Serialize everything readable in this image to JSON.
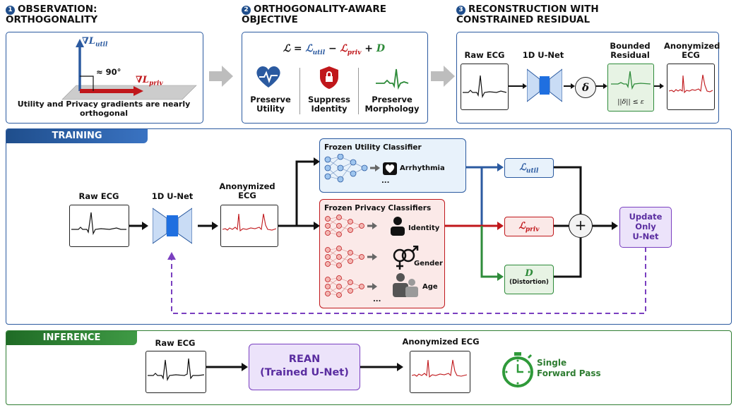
{
  "top": {
    "s1": {
      "num": "1",
      "title": "OBSERVATION:\nORTHOGONALITY",
      "grad_util": "∇L",
      "grad_util_sub": "util",
      "grad_priv": "∇L",
      "grad_priv_sub": "priv",
      "angle": "≈ 90°",
      "caption": "Utility and Privacy gradients are nearly orthogonal"
    },
    "s2": {
      "num": "2",
      "title": "ORTHOGONALITY-AWARE\nOBJECTIVE",
      "formula_lhs": "ℒ = ",
      "formula_u": "ℒ",
      "formula_u_sub": "util",
      "formula_minus": " − ",
      "formula_p": "ℒ",
      "formula_p_sub": "priv",
      "formula_plus": " + ",
      "formula_d": "D",
      "icons": [
        "Preserve\nUtility",
        "Suppress\nIdentity",
        "Preserve\nMorphology"
      ]
    },
    "s3": {
      "num": "3",
      "title": "RECONSTRUCTION WITH\nCONSTRAINED RESIDUAL",
      "raw": "Raw ECG",
      "unet": "1D U-Net",
      "delta": "δ",
      "bounded": "Bounded\nResidual",
      "bound_expr": "||δ|| ≤ ε",
      "anon": "Anonymized\nECG"
    }
  },
  "training": {
    "tab": "TRAINING",
    "raw": "Raw ECG",
    "unet": "1D U-Net",
    "anon": "Anonymized\nECG",
    "utility_title": "Frozen Utility Classifier",
    "utility_item": "Arrhythmia",
    "privacy_title": "Frozen Privacy Classifiers",
    "privacy_items": [
      "Identity",
      "Gender",
      "Age"
    ],
    "ellipsis": "...",
    "loss_util": "ℒ",
    "loss_util_sub": "util",
    "loss_priv": "ℒ",
    "loss_priv_sub": "priv",
    "loss_d": "D",
    "loss_d_note": "(Distortion)",
    "plus": "+",
    "update": "Update\nOnly\nU-Net"
  },
  "inference": {
    "tab": "INFERENCE",
    "raw": "Raw ECG",
    "rean": "REAN\n(Trained U-Net)",
    "anon": "Anonymized ECG",
    "single": "Single\nForward Pass"
  },
  "colors": {
    "blue": "#2b5aa0",
    "red": "#c0171b",
    "green": "#2e8b3a",
    "purple": "#7a3fc0",
    "dark_green": "#2f7d32"
  }
}
